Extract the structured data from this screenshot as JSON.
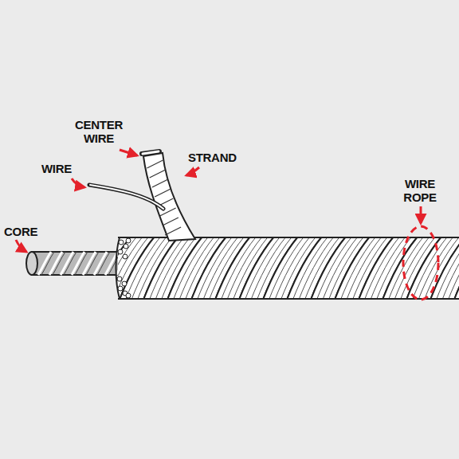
{
  "diagram": {
    "labels": [
      "CENTER WIRE",
      "WIRE",
      "STRAND",
      "CORE",
      "WIRE ROPE"
    ]
  }
}
